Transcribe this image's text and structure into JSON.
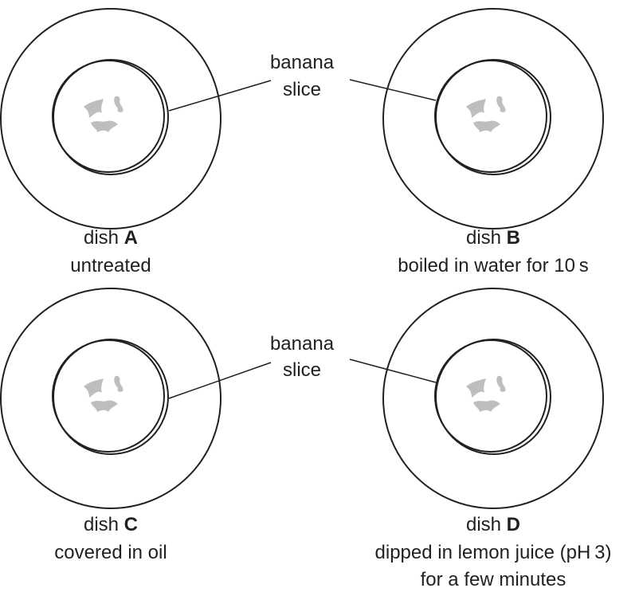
{
  "top_label": {
    "line1": "banana",
    "line2": "slice"
  },
  "bottom_label": {
    "line1": "banana",
    "line2": "slice"
  },
  "dishes": [
    {
      "prefix": "dish",
      "letter": "A",
      "caption_lines": [
        "untreated"
      ]
    },
    {
      "prefix": "dish",
      "letter": "B",
      "caption_lines": [
        "boiled in water for 10 s"
      ]
    },
    {
      "prefix": "dish",
      "letter": "C",
      "caption_lines": [
        "covered in oil"
      ]
    },
    {
      "prefix": "dish",
      "letter": "D",
      "caption_lines": [
        "dipped in lemon juice (pH 3)",
        "for a few minutes"
      ]
    }
  ],
  "colors": {
    "line": "#231f20",
    "browning_spot": "#bcbec0"
  }
}
